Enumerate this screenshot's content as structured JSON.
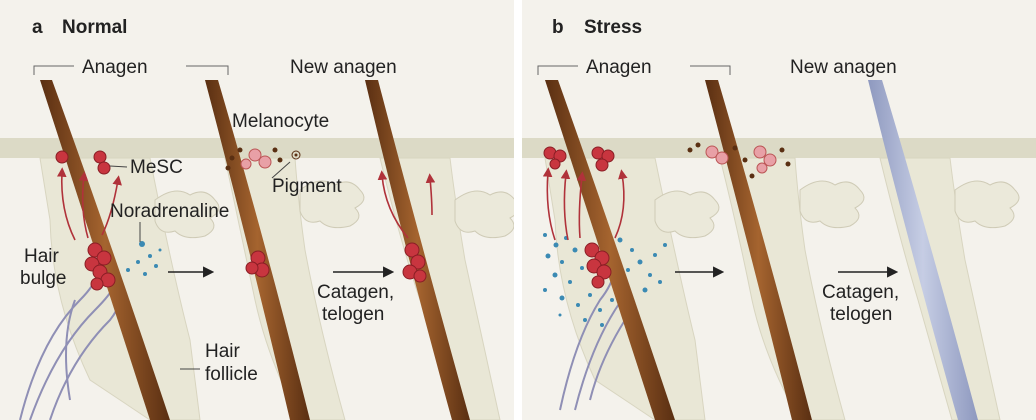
{
  "panels": [
    {
      "letter": "a",
      "title": "Normal",
      "labels": {
        "anagen": "Anagen",
        "new_anagen": "New anagen",
        "melanocyte": "Melanocyte",
        "mesc": "MeSC",
        "pigment": "Pigment",
        "noradrenaline": "Noradrenaline",
        "hair": "Hair",
        "bulge": "bulge",
        "catagen": "Catagen,",
        "telogen": "telogen",
        "hair2": "Hair",
        "follicle": "follicle"
      }
    },
    {
      "letter": "b",
      "title": "Stress",
      "labels": {
        "anagen": "Anagen",
        "new_anagen": "New anagen",
        "catagen": "Catagen,",
        "telogen": "telogen"
      }
    }
  ],
  "colors": {
    "background": "#f4f2ec",
    "skin_band": "#dedcc9",
    "hair_dark": "#6b3a17",
    "hair_mid": "#a3612c",
    "hair_grey": "#a9b3d1",
    "cell_red": "#c8353f",
    "cell_pink": "#e8a0a6",
    "noradrenaline_blue": "#3b8ab3",
    "nerve": "#8f8fb5",
    "arrow_red": "#b0323a"
  }
}
